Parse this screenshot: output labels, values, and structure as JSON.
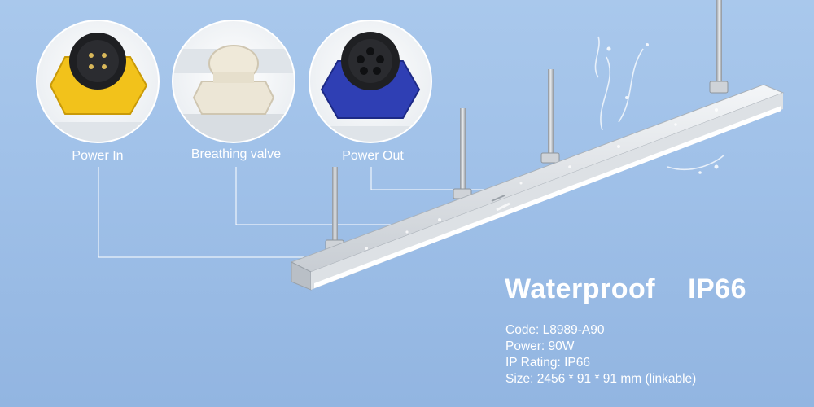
{
  "callouts": {
    "power_in": "Power In",
    "breathing_valve": "Breathing valve",
    "power_out": "Power Out"
  },
  "headline": {
    "feature": "Waterproof",
    "rating": "IP66"
  },
  "specs": {
    "code": "Code: L8989-A90",
    "power": "Power: 90W",
    "ip_rating": "IP Rating: IP66",
    "size": "Size: 2456 * 91 * 91 mm (linkable)"
  },
  "colors": {
    "background": "#9fc0e8",
    "connector_yellow": "#f2c21b",
    "connector_blue": "#2f3fb4",
    "valve_cream": "#ece6d6",
    "text": "#ffffff"
  }
}
